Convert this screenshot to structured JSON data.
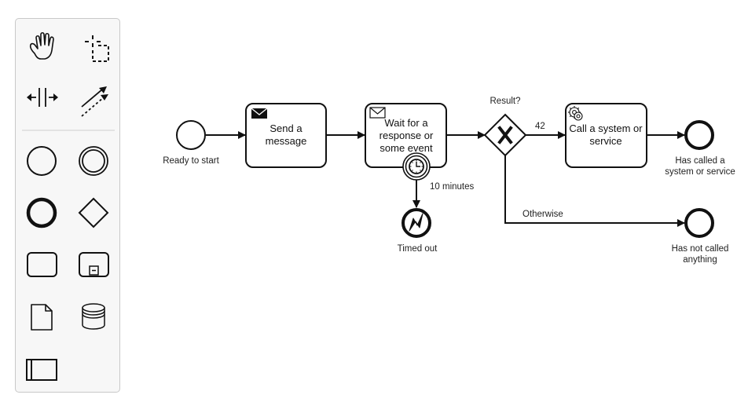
{
  "palette": {
    "tools": [
      {
        "name": "hand-tool",
        "icon": "hand-icon"
      },
      {
        "name": "lasso-tool",
        "icon": "lasso-icon"
      },
      {
        "name": "space-tool",
        "icon": "space-tool-icon"
      },
      {
        "name": "global-connect-tool",
        "icon": "connect-icon"
      },
      {
        "name": "create-start-event",
        "icon": "start-event-icon"
      },
      {
        "name": "create-intermediate-event",
        "icon": "intermediate-event-icon"
      },
      {
        "name": "create-end-event",
        "icon": "end-event-icon"
      },
      {
        "name": "create-gateway",
        "icon": "gateway-icon"
      },
      {
        "name": "create-task",
        "icon": "task-icon"
      },
      {
        "name": "create-subprocess",
        "icon": "subprocess-icon"
      },
      {
        "name": "create-data-object",
        "icon": "data-object-icon"
      },
      {
        "name": "create-data-store",
        "icon": "data-store-icon"
      },
      {
        "name": "create-pool",
        "icon": "pool-icon"
      }
    ]
  },
  "diagram": {
    "start_event": {
      "label": "Ready to start"
    },
    "send_task": {
      "line1": "Send a",
      "line2": "message",
      "icon": "envelope-filled-icon"
    },
    "receive_task": {
      "line1": "Wait for a",
      "line2": "response or",
      "line3": "some event",
      "icon": "envelope-outline-icon"
    },
    "timer_boundary": {
      "label": "10 minutes",
      "icon": "clock-icon"
    },
    "timed_out_end": {
      "label": "Timed out",
      "icon": "lightning-icon"
    },
    "gateway": {
      "label": "Result?",
      "icon": "x-icon"
    },
    "flow_42": {
      "label": "42"
    },
    "flow_otherwise": {
      "label": "Otherwise"
    },
    "service_task": {
      "line1": "Call a system or",
      "line2": "service",
      "icon": "gear-icon"
    },
    "end_called": {
      "line1": "Has called a",
      "line2": "system or service"
    },
    "end_not_called": {
      "line1": "Has not called",
      "line2": "anything"
    }
  }
}
